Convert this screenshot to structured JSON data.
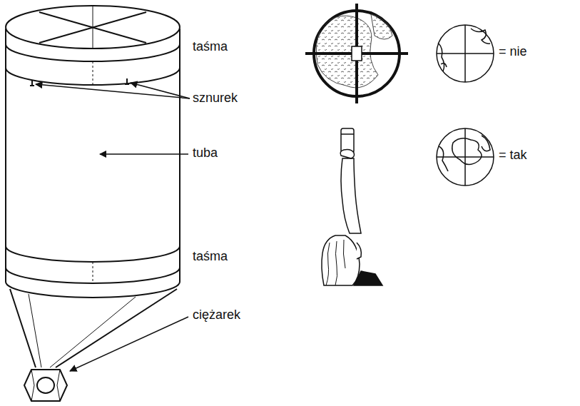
{
  "diagram": {
    "labels": [
      "taśma",
      "sznurek",
      "tuba",
      "taśma",
      "ciężarek",
      "= nie",
      "= tak"
    ]
  }
}
